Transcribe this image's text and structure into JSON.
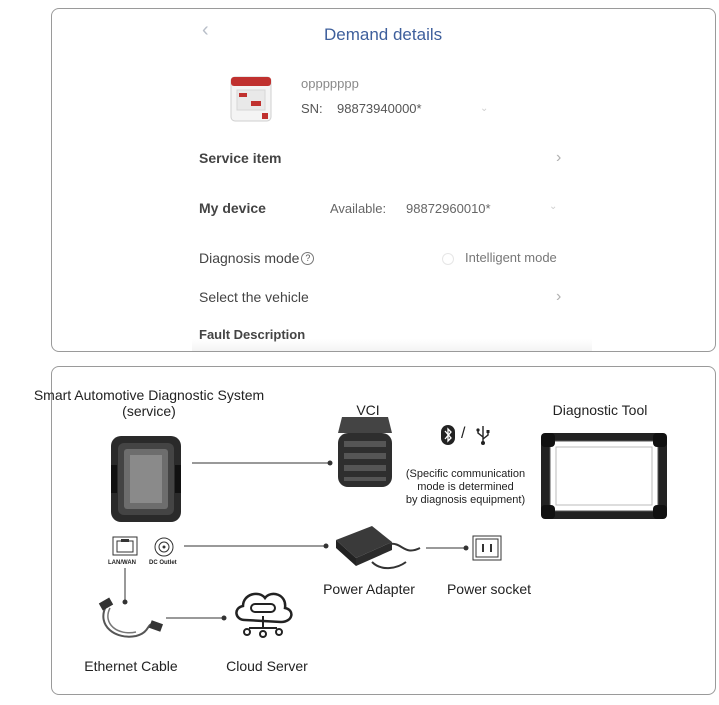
{
  "top_panel": {
    "back_icon": "chevron-left-icon",
    "title": "Demand details",
    "device": {
      "name": "oppppppp",
      "sn_label": "SN:",
      "sn_value": "98873940000*"
    },
    "service_item": {
      "label": "Service item"
    },
    "my_device": {
      "label": "My device",
      "available_label": "Available:",
      "available_value": "98872960010*"
    },
    "diagnosis_mode": {
      "label": "Diagnosis mode",
      "option": "Intelligent mode"
    },
    "select_vehicle": {
      "label": "Select the vehicle"
    },
    "fault_description": {
      "label": "Fault Description"
    }
  },
  "diagram": {
    "system_title": "Smart Automotive Diagnostic System",
    "system_subtitle": "(service)",
    "vci_label": "VCI",
    "diagnostic_tool_label": "Diagnostic Tool",
    "comm_separator": "/",
    "comm_note": [
      "(Specific communication",
      "mode is determined",
      "by diagnosis equipment)"
    ],
    "port_lan": "LAN/WAN",
    "port_dc": "DC Outlet",
    "power_adapter_label": "Power Adapter",
    "power_socket_label": "Power socket",
    "ethernet_cable_label": "Ethernet Cable",
    "cloud_server_label": "Cloud Server",
    "icons": [
      "bluetooth-icon",
      "usb-icon"
    ]
  }
}
